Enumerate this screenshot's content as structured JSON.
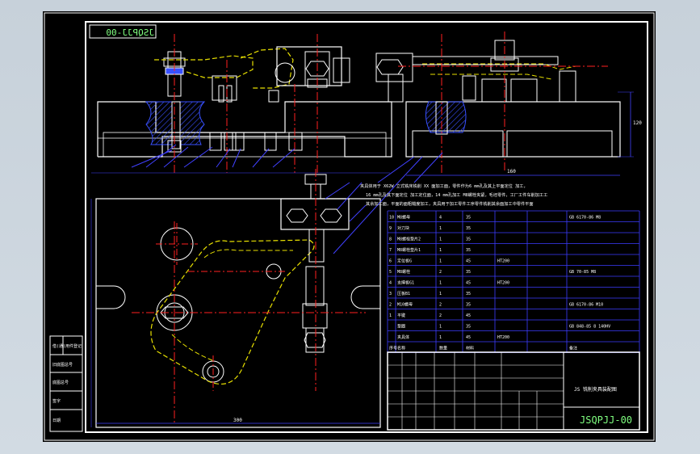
{
  "drawing_number": "JSQPJJ-00",
  "drawing_number_mirrored": "JSQPJJ-00",
  "drawing_title": "JS 铣削夹具装配图",
  "tech_requirements": [
    "夹具体用于 X62W 立式铣床铣削 XX 面加工面，零件作为6 mm孔及其上平面定位 加工，",
    "16 mm孔及其下面定位 加工定位面，14 mm孔加工 M8螺栓夹紧，毛坯零件，工厂工件车削加工工",
    "其余加工面，平面的面粗糙度加工，夹具用于加工零件工序零件铣削其余面加工中零件平面"
  ],
  "bom_rows": [
    {
      "no": "10",
      "name": "M8螺母",
      "qty": "4",
      "material": "35",
      "remark": "",
      "standard": "GB 6170-86 M8"
    },
    {
      "no": "9",
      "name": "对刀块",
      "qty": "1",
      "material": "35",
      "remark": "",
      "standard": ""
    },
    {
      "no": "8",
      "name": "M8螺栓垫片2",
      "qty": "1",
      "material": "35",
      "remark": "",
      "standard": ""
    },
    {
      "no": "7",
      "name": "M8螺栓垫片1",
      "qty": "1",
      "material": "35",
      "remark": "",
      "standard": ""
    },
    {
      "no": "6",
      "name": "定位板G",
      "qty": "1",
      "material": "45",
      "remark": "HT200",
      "standard": ""
    },
    {
      "no": "5",
      "name": "M8螺栓",
      "qty": "2",
      "material": "35",
      "remark": "",
      "standard": "GB 70-85 M8"
    },
    {
      "no": "4",
      "name": "支撑板G1",
      "qty": "1",
      "material": "45",
      "remark": "HT200",
      "standard": ""
    },
    {
      "no": "3",
      "name": "压板B1",
      "qty": "1",
      "material": "35",
      "remark": "",
      "standard": ""
    },
    {
      "no": "2",
      "name": "M10螺母",
      "qty": "2",
      "material": "35",
      "remark": "",
      "standard": "GB 6170-86 M10"
    },
    {
      "no": "1",
      "name": "平键",
      "qty": "2",
      "material": "45",
      "remark": "",
      "standard": ""
    },
    {
      "no": "",
      "name": "垫圈",
      "qty": "1",
      "material": "35",
      "remark": "",
      "standard": "GB 848-85 8 140HV"
    },
    {
      "no": "",
      "name": "夹具体",
      "qty": "1",
      "material": "45",
      "remark": "HT200",
      "standard": ""
    }
  ],
  "bom_header": {
    "no": "序号",
    "name": "名称",
    "qty": "数量",
    "material": "材料",
    "remark": "备注"
  },
  "left_strip_labels": [
    "借(通)用件登记",
    "旧底图总号",
    "底图总号",
    "签字",
    "日期"
  ],
  "dimension_labels": {
    "base_length": "300",
    "side_height": "120",
    "side_width": "160"
  },
  "colors": {
    "frame": "#ffffff",
    "outline": "#ffffff",
    "centerline": "#ff2020",
    "dimension": "#4040ff",
    "hidden": "#e8e000",
    "hatch": "#3850ff",
    "text": "#ffffff",
    "table_line": "#3c3cff",
    "green_text": "#80ff80"
  }
}
